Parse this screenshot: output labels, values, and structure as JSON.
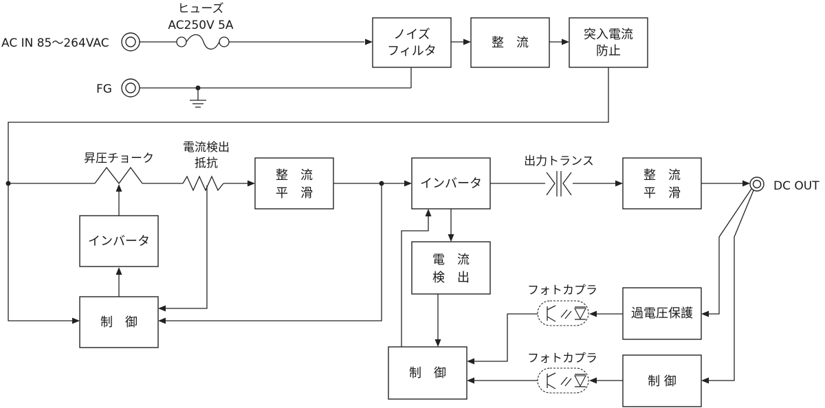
{
  "labels": {
    "ac_in": "AC IN 85～264VAC",
    "fg": "FG",
    "fuse_line1": "ヒューズ",
    "fuse_line2": "AC250V 5A",
    "boost_choke": "昇圧チョーク",
    "sense_resistor_line1": "電流検出",
    "sense_resistor_line2": "抵抗",
    "output_transformer": "出力トランス",
    "dc_out": "DC OUT",
    "photocoupler_1": "フォトカプラ",
    "photocoupler_2": "フォトカプラ"
  },
  "blocks": {
    "noise_filter": [
      "ノイズ",
      "フィルタ"
    ],
    "rectifier_1": [
      "整　流"
    ],
    "inrush_prevention": [
      "突入電流",
      "防止"
    ],
    "rectify_smooth_1": [
      "整　流",
      "平　滑"
    ],
    "inverter_main": [
      "インバータ"
    ],
    "rectify_smooth_2": [
      "整　流",
      "平　滑"
    ],
    "inverter_pfc": [
      "インバータ"
    ],
    "control_pfc": [
      "制　御"
    ],
    "current_detect": [
      "電　流",
      "検　出"
    ],
    "control_main": [
      "制　御"
    ],
    "overvoltage_protection": [
      "過電圧保護"
    ],
    "control_output": [
      "制 御"
    ]
  }
}
